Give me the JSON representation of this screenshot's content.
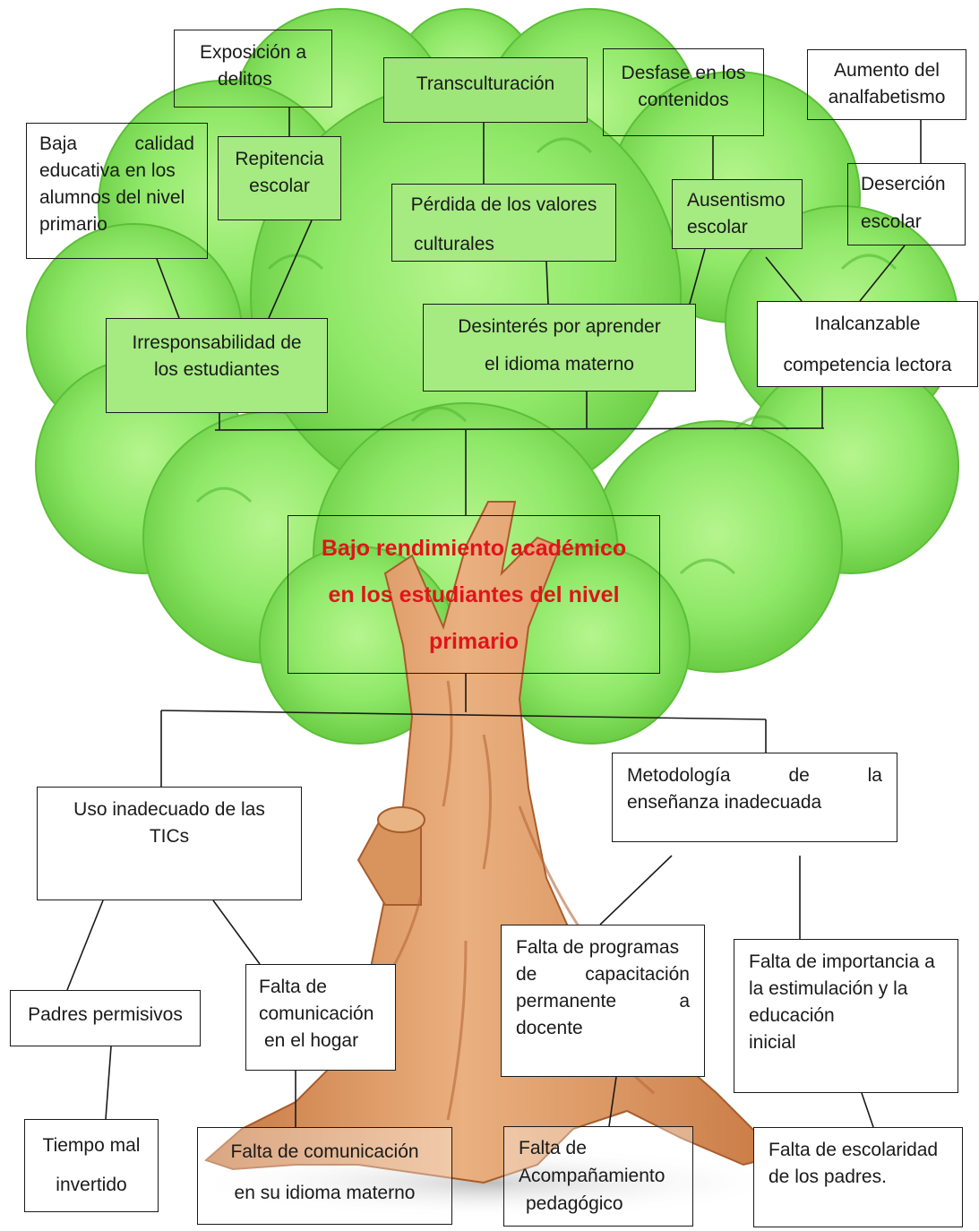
{
  "central_problem": {
    "lines": [
      "Bajo rendimiento académico",
      "en los estudiantes del nivel",
      "primario"
    ]
  },
  "effects": {
    "exposicion": [
      "Exposición a",
      "delitos"
    ],
    "transculturacion": [
      "Transculturación"
    ],
    "desfase": [
      "Desfase en los",
      "contenidos"
    ],
    "aumento": [
      "Aumento del",
      "analfabetismo"
    ],
    "baja_calidad": [
      "Baja calidad",
      "educativa en los",
      "alumnos del nivel",
      "primario"
    ],
    "repitencia": [
      "Repitencia",
      "escolar"
    ],
    "perdida": [
      "Pérdida de los valores",
      "culturales"
    ],
    "ausentismo": [
      "Ausentismo",
      "escolar"
    ],
    "desercion": [
      "Deserción",
      "escolar"
    ],
    "irresponsabilidad": [
      "Irresponsabilidad de",
      "los estudiantes"
    ],
    "desinteres": [
      "Desinterés por aprender",
      "el idioma materno"
    ],
    "inalcanzable": [
      "Inalcanzable",
      "competencia lectora"
    ]
  },
  "causes": {
    "uso_tics": [
      "Uso inadecuado de las",
      "TICs"
    ],
    "metodologia": [
      "Metodología de la",
      "enseñanza inadecuada"
    ],
    "padres_permisivos": [
      "Padres permisivos"
    ],
    "falta_comunicacion_hogar": [
      "Falta de",
      "comunicación",
      "en el hogar"
    ],
    "falta_programas": [
      "Falta de programas",
      "de capacitación",
      "permanente a",
      "docente"
    ],
    "falta_importancia": [
      "Falta de importancia a",
      "la estimulación y la",
      "educación",
      "inicial"
    ],
    "tiempo_mal": [
      "Tiempo mal",
      "invertido"
    ],
    "falta_comunicacion_idioma": [
      "Falta de comunicación",
      "en su idioma materno"
    ],
    "falta_acompanamiento": [
      "Falta de",
      "Acompañamiento",
      "pedagógico"
    ],
    "falta_escolaridad": [
      "Falta de escolaridad",
      "de los padres."
    ]
  },
  "colors": {
    "foliage_light": "#8fe868",
    "foliage_mid": "#6fd047",
    "foliage_dark": "#4fb52f",
    "trunk_light": "#e8a877",
    "trunk_mid": "#d98b55",
    "trunk_dark": "#b8693a",
    "core_text": "#e0141b",
    "line": "#1a1a1a"
  }
}
